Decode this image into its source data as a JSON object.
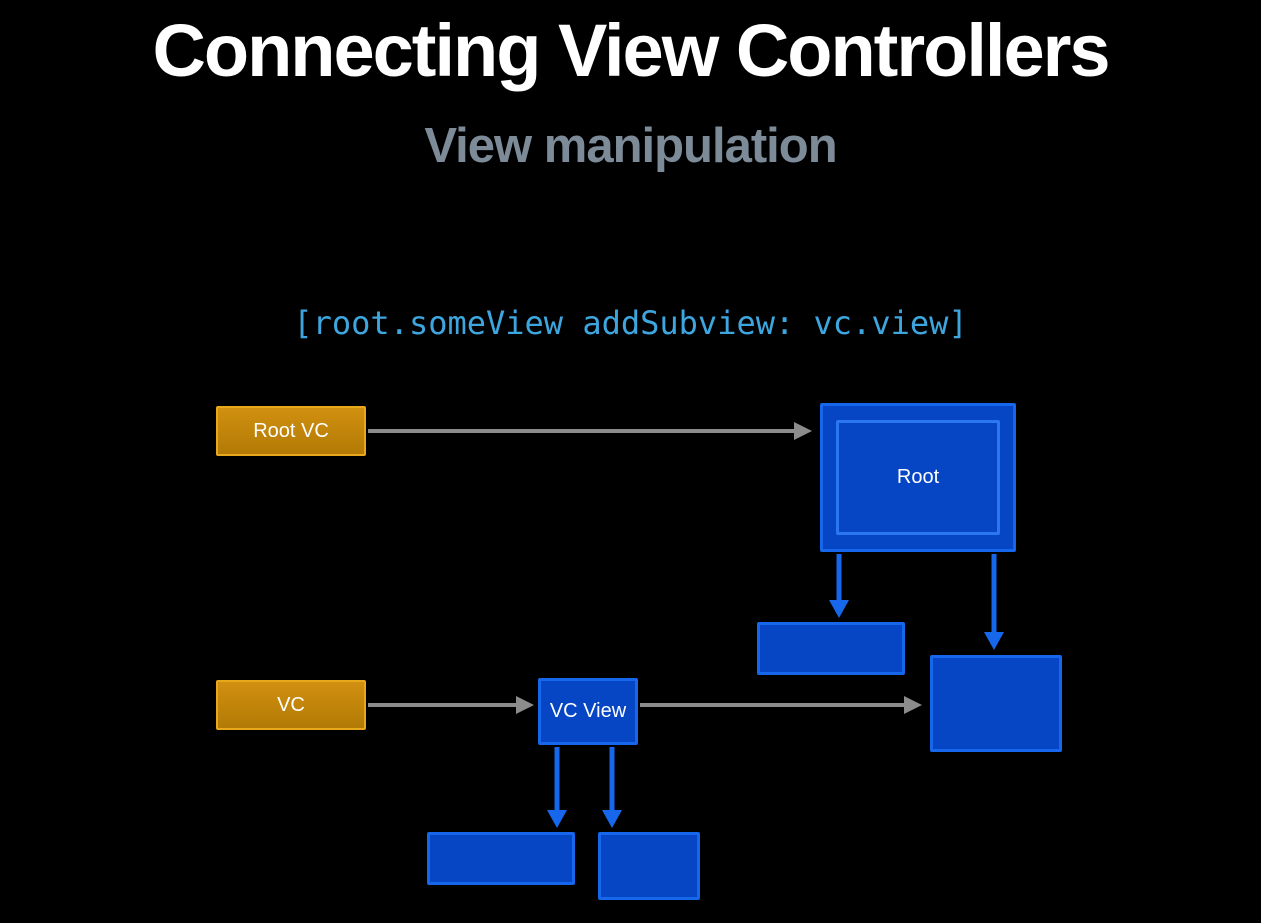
{
  "slide": {
    "title": "Connecting View Controllers",
    "subtitle": "View manipulation",
    "code_line": "[root.someView addSubview: vc.view]"
  },
  "diagram": {
    "boxes": {
      "root_vc": "Root VC",
      "vc": "VC",
      "root_view": "Root",
      "vc_view": "VC View"
    },
    "arrows": [
      "root-vc-to-root-view",
      "vc-to-vc-view",
      "vc-view-to-subview-b",
      "root-view-to-subview-a",
      "root-view-to-subview-b",
      "vc-view-to-subview-c",
      "vc-view-to-subview-d"
    ]
  },
  "colors": {
    "background": "#000000",
    "title_text": "#ffffff",
    "subtitle_text": "#7d8b99",
    "code_text": "#3ea6de",
    "orange_fill": "#c08508",
    "orange_border": "#e7a81c",
    "blue_fill": "#0645c4",
    "blue_border": "#1667ec",
    "gray_arrow": "#8c8c8c"
  }
}
